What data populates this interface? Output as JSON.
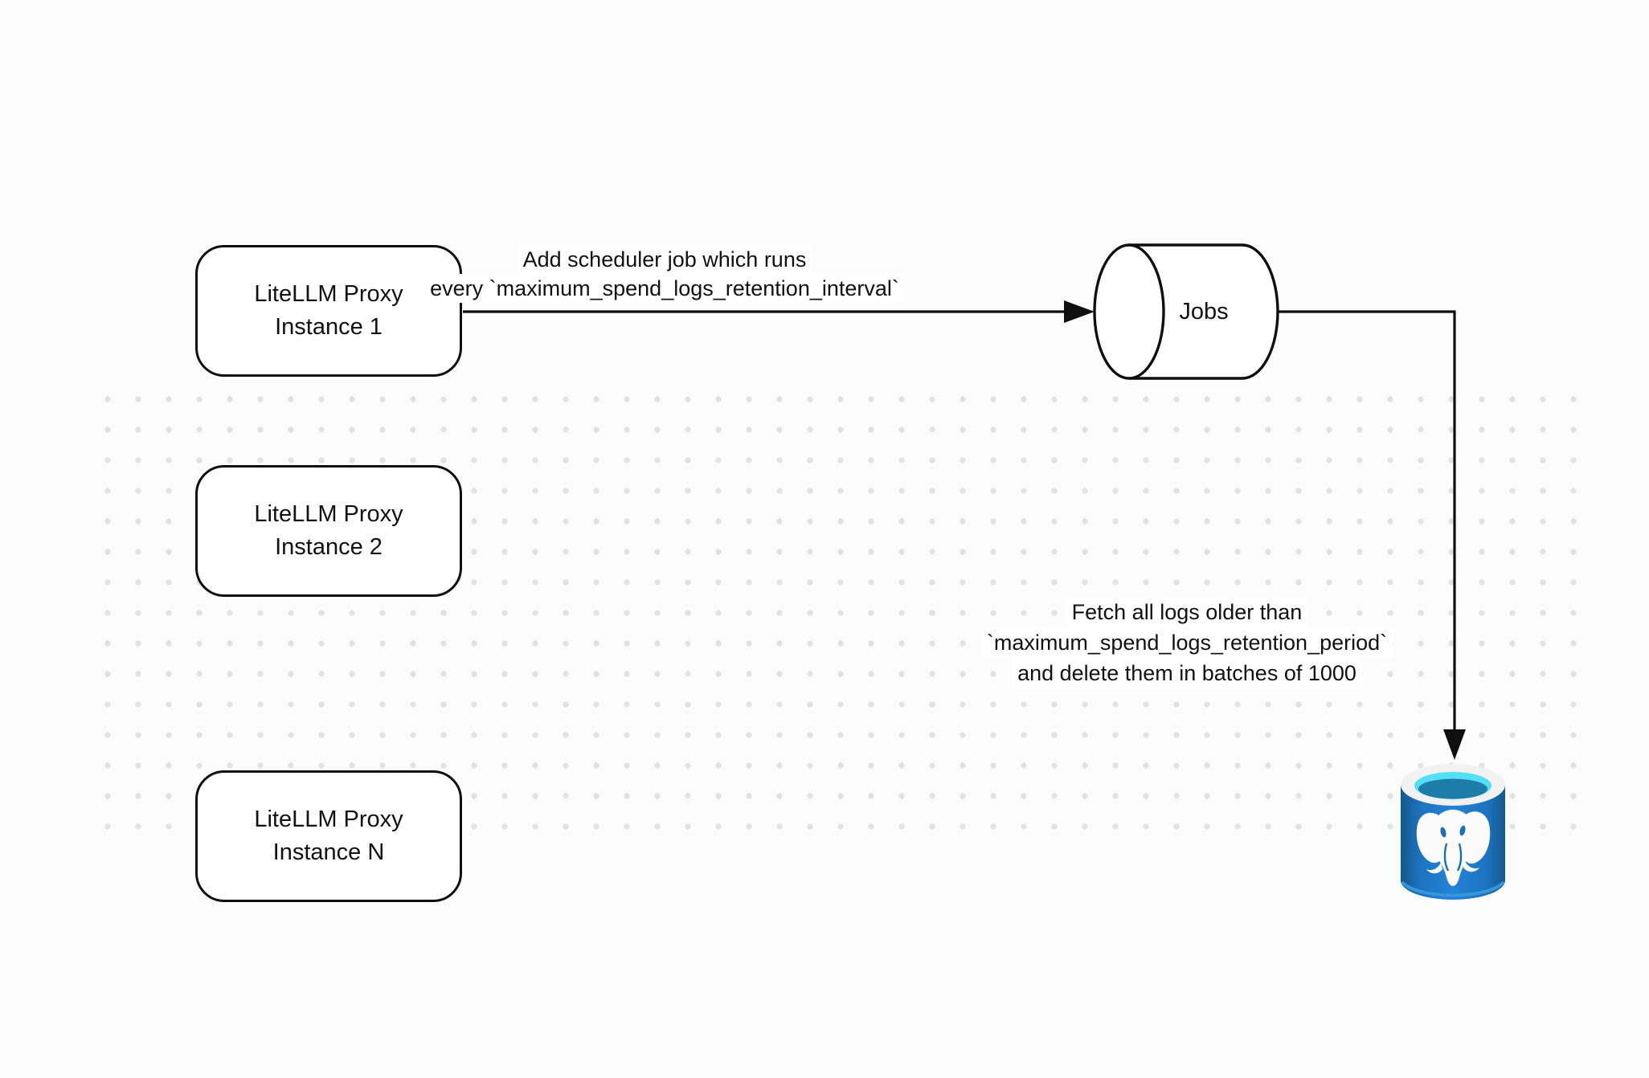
{
  "canvas": {
    "background": "#fcfcfc",
    "dot_color": "#e3e3e3",
    "stroke_color": "#0f0f0f"
  },
  "nodes": {
    "proxy1": {
      "label": "LiteLLM Proxy\nInstance 1"
    },
    "proxy2": {
      "label": "LiteLLM Proxy\nInstance 2"
    },
    "proxyN": {
      "label": "LiteLLM Proxy\nInstance N"
    },
    "jobs": {
      "label": "Jobs"
    }
  },
  "edges": {
    "scheduler": {
      "line1": "Add scheduler job which runs",
      "line2": "every `maximum_spend_logs_retention_interval`"
    },
    "fetch": {
      "line1": "Fetch all logs older than",
      "line2": "`maximum_spend_logs_retention_period`",
      "line3": "and delete them in batches of 1000"
    }
  },
  "postgres_icon": {
    "ring": "#f2f2f2",
    "top_cyan": "#53e0f7",
    "liquid": "#1e7ca8",
    "body_dark": "#14588f",
    "body_mid": "#1e74c0",
    "body_light": "#2383d6",
    "bottom_rim": "#3498db",
    "elephant": "#fbfbfb",
    "detail_blue": "#1b6fb8"
  }
}
